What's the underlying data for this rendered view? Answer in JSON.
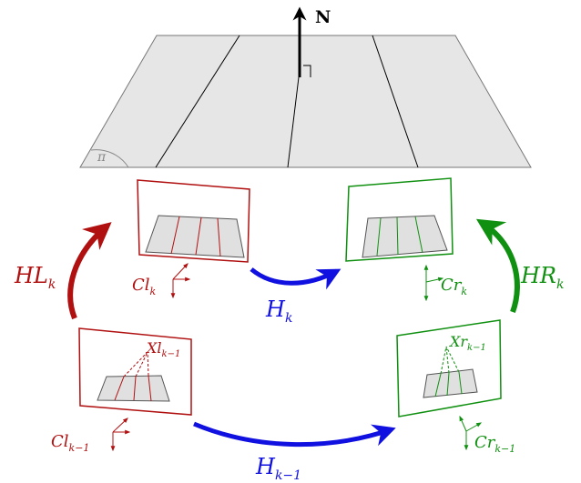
{
  "colors": {
    "left": "#b01010",
    "right": "#109010",
    "motion": "#1010e0",
    "plane_fill": "#e6e6e6",
    "frame_fill": "#ffffff",
    "stroke": "#444444"
  },
  "labels": {
    "north": "N",
    "plane_angle": "π",
    "hl_main": "HL",
    "hl_sub": "k",
    "hr_main": "HR",
    "hr_sub": "k",
    "h_k_main": "H",
    "h_k_sub": "k",
    "h_km1_main": "H",
    "h_km1_sub": "k−1",
    "cl_k_main": "Cl",
    "cl_k_sub": "k",
    "cr_k_main": "Cr",
    "cr_k_sub": "k",
    "cl_km1_main": "Cl",
    "cl_km1_sub": "k−1",
    "cr_km1_main": "Cr",
    "cr_km1_sub": "k−1",
    "xl_main": "Xl",
    "xl_sub": "k−1",
    "xr_main": "Xr",
    "xr_sub": "k−1"
  }
}
